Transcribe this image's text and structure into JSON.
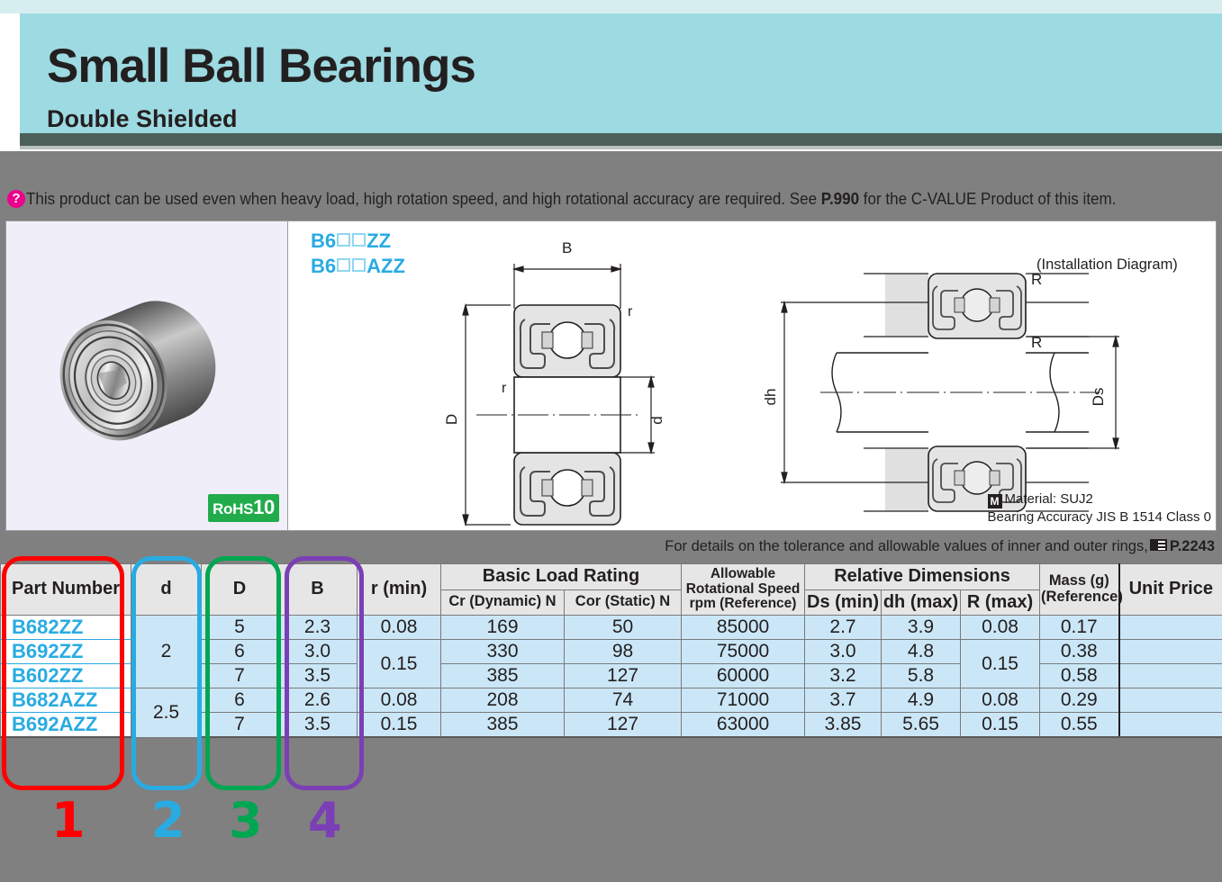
{
  "header": {
    "title": "Small Ball Bearings",
    "subtitle": "Double Shielded"
  },
  "note": {
    "icon": "info-icon",
    "text_before": "This product can be used even when heavy load, high rotation speed, and high rotational accuracy are required. See ",
    "page_ref": "P.990",
    "text_after": " for the C-VALUE Product of this item."
  },
  "figure": {
    "rohs_label": "RoHS",
    "rohs_number": "10",
    "part_code_1": "B6",
    "part_code_1_suffix": "ZZ",
    "part_code_2": "B6",
    "part_code_2_suffix": "AZZ",
    "installation_label": "(Installation Diagram)",
    "material_badge": "M",
    "material_line": "Material: SUJ2",
    "accuracy_line": "Bearing Accuracy JIS B 1514 Class 0",
    "dim_labels": {
      "B": "B",
      "D": "D",
      "d": "d",
      "r1": "r",
      "r2": "r",
      "dh": "dh",
      "Ds": "Ds",
      "R1": "R",
      "R2": "R"
    }
  },
  "tolerance_note": {
    "text": "For details on the tolerance and allowable values of inner and outer rings,",
    "page_ref": "P.2243"
  },
  "table": {
    "headers": {
      "part_number": "Part Number",
      "d": "d",
      "D": "D",
      "B": "B",
      "r_min": "r (min)",
      "basic_load_rating": "Basic Load Rating",
      "cr_dynamic": "Cr (Dynamic) N",
      "cor_static": "Cor (Static) N",
      "allowable_speed": "Allowable Rotational Speed rpm (Reference)",
      "relative_dimensions": "Relative Dimensions",
      "ds_min": "Ds (min)",
      "dh_max": "dh (max)",
      "r_max": "R (max)",
      "mass": "Mass (g) (Reference)",
      "unit_price": "Unit Price"
    },
    "rows": [
      {
        "part_number": "B682ZZ",
        "d": "2",
        "D": "5",
        "B": "2.3",
        "r_min": "0.08",
        "cr": "169",
        "cor": "50",
        "speed": "85000",
        "ds": "2.7",
        "dh": "3.9",
        "r_max": "0.08",
        "mass": "0.17",
        "unit_price": ""
      },
      {
        "part_number": "B692ZZ",
        "d": "",
        "D": "6",
        "B": "3.0",
        "r_min": "0.15",
        "cr": "330",
        "cor": "98",
        "speed": "75000",
        "ds": "3.0",
        "dh": "4.8",
        "r_max": "0.15",
        "mass": "0.38",
        "unit_price": ""
      },
      {
        "part_number": "B602ZZ",
        "d": "",
        "D": "7",
        "B": "3.5",
        "r_min": "",
        "cr": "385",
        "cor": "127",
        "speed": "60000",
        "ds": "3.2",
        "dh": "5.8",
        "r_max": "",
        "mass": "0.58",
        "unit_price": ""
      },
      {
        "part_number": "B682AZZ",
        "d": "2.5",
        "D": "6",
        "B": "2.6",
        "r_min": "0.08",
        "cr": "208",
        "cor": "74",
        "speed": "71000",
        "ds": "3.7",
        "dh": "4.9",
        "r_max": "0.08",
        "mass": "0.29",
        "unit_price": ""
      },
      {
        "part_number": "B692AZZ",
        "d": "",
        "D": "7",
        "B": "3.5",
        "r_min": "0.15",
        "cr": "385",
        "cor": "127",
        "speed": "63000",
        "ds": "3.85",
        "dh": "5.65",
        "r_max": "0.15",
        "mass": "0.55",
        "unit_price": ""
      }
    ]
  },
  "annotations": [
    {
      "number": "1",
      "color": "#ff0000",
      "target": "part-number-column"
    },
    {
      "number": "2",
      "color": "#29abe2",
      "target": "d-column"
    },
    {
      "number": "3",
      "color": "#00a651",
      "target": "D-column"
    },
    {
      "number": "4",
      "color": "#7b3fb5",
      "target": "B-column"
    }
  ],
  "colors": {
    "banner": "#9ddae2",
    "banner_shadow": "#4c5f59",
    "part_number_text": "#29abe2",
    "row_fill": "#cbe7f7",
    "header_fill": "#e6e6e6",
    "page_background": "#808080"
  }
}
